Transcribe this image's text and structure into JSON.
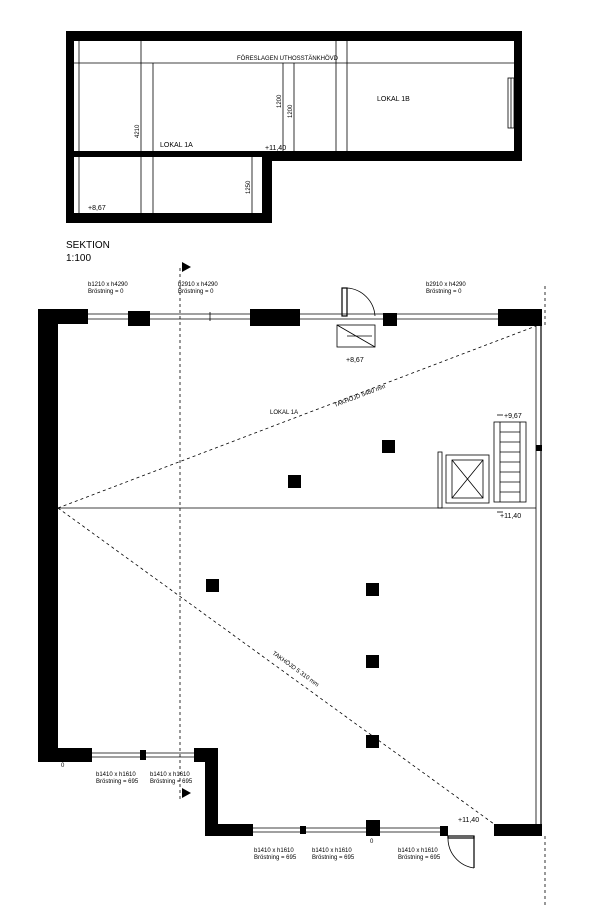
{
  "section": {
    "title": "SEKTION",
    "scale": "1:100",
    "labels": {
      "gallery_note": "FÖRESLAGEN UTHOSSTÄNKHÖVD",
      "lokal_1a": "LOKAL 1A",
      "lokal_1b": "LOKAL 1B",
      "level_upper": "+11,40",
      "level_lower": "+8,67",
      "dim_4210": "4210",
      "dim_1200_a": "1200",
      "dim_1200_b": "1200",
      "dim_1250": "1250"
    }
  },
  "plan": {
    "windows_top": [
      {
        "size": "b1210 x h4290",
        "sill": "Bröstning = 0"
      },
      {
        "size": "b2910 x h4290",
        "sill": "Bröstning = 0"
      },
      {
        "size": "b2910 x h4290",
        "sill": "Bröstning = 0"
      }
    ],
    "windows_bottom": [
      {
        "size": "b1410 x h1610",
        "sill": "Bröstning = 695"
      },
      {
        "size": "b1410 x h1610",
        "sill": "Bröstning = 695"
      },
      {
        "size": "b1410 x h1610",
        "sill": "Bröstning = 695"
      },
      {
        "size": "b1410 x h1610",
        "sill": "Bröstning = 695"
      },
      {
        "size": "b1410 x h1610",
        "sill": "Bröstning = 695"
      }
    ],
    "levels": {
      "entrance": "+8,67",
      "stair_top": "+9,67",
      "mezzanine": "+11,40",
      "bottom_right": "+11,40"
    },
    "room_label": "LOKAL 1A",
    "diag_upper_text": "TAKHÖJD 5480 mm",
    "diag_lower_text": "TAKHÖJD 5 310 mm",
    "corner_mark_left": "0",
    "corner_mark_right": "0"
  }
}
